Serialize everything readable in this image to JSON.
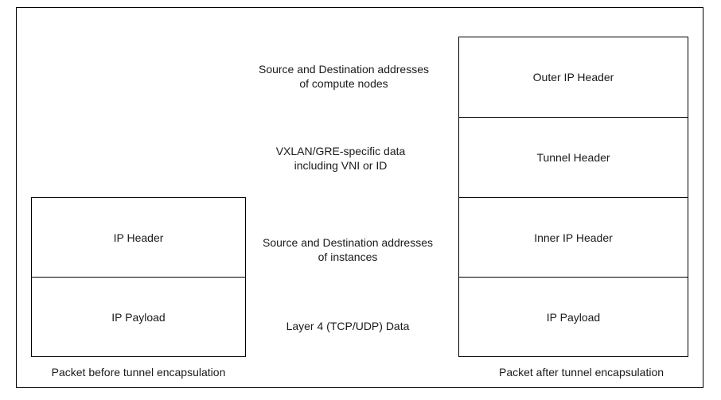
{
  "left_stack": {
    "caption": "Packet before tunnel encapsulation",
    "boxes": [
      "IP Header",
      "IP Payload"
    ]
  },
  "right_stack": {
    "caption": "Packet after tunnel encapsulation",
    "boxes": [
      "Outer IP Header",
      "Tunnel Header",
      "Inner IP Header",
      "IP Payload"
    ]
  },
  "descriptions": [
    {
      "line1": "Source and Destination addresses",
      "line2": "of compute nodes"
    },
    {
      "line1": "VXLAN/GRE-specific data",
      "line2": "including VNI or ID"
    },
    {
      "line1": "Source and Destination addresses",
      "line2": "of instances"
    },
    {
      "line1": "Layer 4 (TCP/UDP) Data",
      "line2": ""
    }
  ]
}
